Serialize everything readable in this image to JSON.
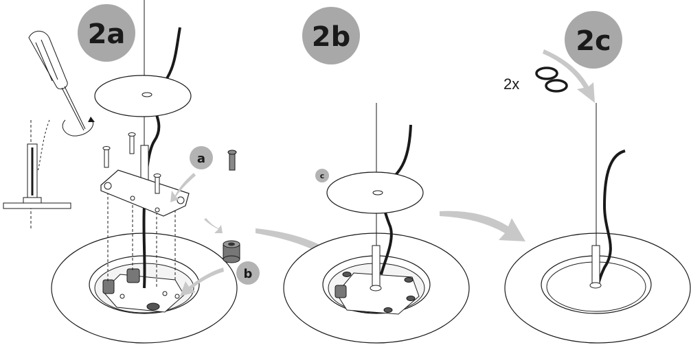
{
  "steps": [
    {
      "label": "2a"
    },
    {
      "label": "2b"
    },
    {
      "label": "2c"
    }
  ],
  "callouts": {
    "a": "a",
    "b": "b",
    "c": "c"
  },
  "quantity_label": "2x",
  "colors": {
    "badge_fill": "#a8a8a8",
    "small_badge_fill": "#b3b3b3",
    "arrow_fill": "#c8c8c8",
    "line": "#1a1a1a",
    "part_fill": "#ffffff",
    "part_dark": "#555555"
  },
  "icons": [
    "screwdriver-icon",
    "rotate-arrow-icon",
    "cable-icon",
    "screw-icon",
    "spacer-icon",
    "o-ring-icon",
    "process-arrow-icon"
  ]
}
